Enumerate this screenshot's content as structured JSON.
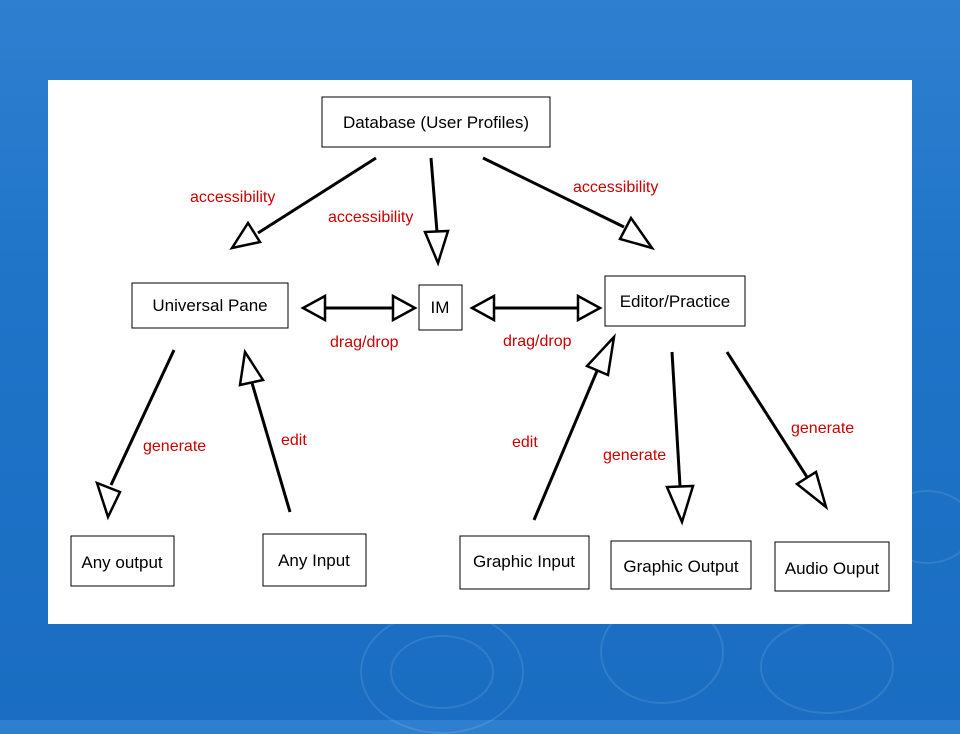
{
  "nodes": {
    "database": "Database (User Profiles)",
    "universal_pane": "Universal Pane",
    "im": "IM",
    "editor_practice": "Editor/Practice",
    "any_output": "Any output",
    "any_input": "Any Input",
    "graphic_input": "Graphic Input",
    "graphic_output": "Graphic Output",
    "audio_output": "Audio Ouput"
  },
  "edge_labels": {
    "accessibility_left": "accessibility",
    "accessibility_center": "accessibility",
    "accessibility_right": "accessibility",
    "dragdrop_left": "drag/drop",
    "dragdrop_right": "drag/drop",
    "generate_left": "generate",
    "edit_left": "edit",
    "edit_right": "edit",
    "generate_middle": "generate",
    "generate_right": "generate"
  },
  "colors": {
    "label_color": "#cc0000",
    "background": "#1f74c8",
    "panel": "#ffffff"
  }
}
